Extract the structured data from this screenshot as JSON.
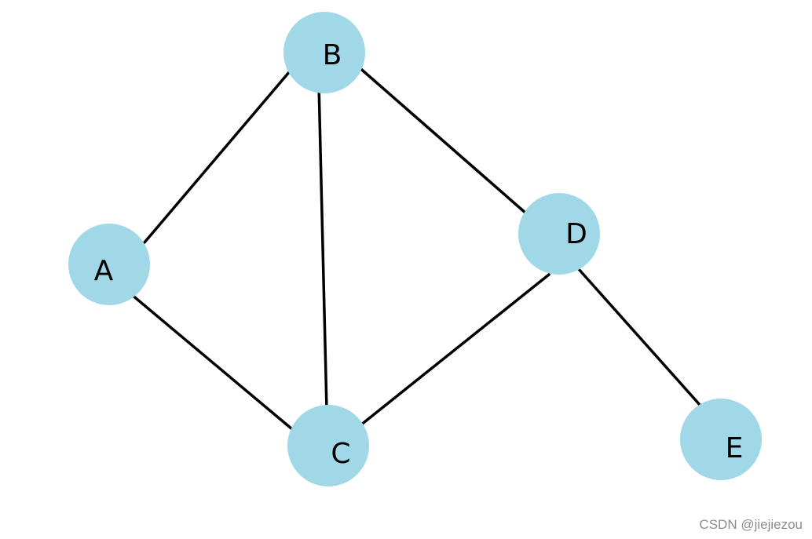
{
  "graph": {
    "node_color": "#a0d8e8",
    "edge_color": "#000000",
    "nodes": [
      {
        "id": "A",
        "label": "A"
      },
      {
        "id": "B",
        "label": "B"
      },
      {
        "id": "C",
        "label": "C"
      },
      {
        "id": "D",
        "label": "D"
      },
      {
        "id": "E",
        "label": "E"
      }
    ],
    "edges": [
      {
        "from": "A",
        "to": "B"
      },
      {
        "from": "A",
        "to": "C"
      },
      {
        "from": "B",
        "to": "C"
      },
      {
        "from": "B",
        "to": "D"
      },
      {
        "from": "C",
        "to": "D"
      },
      {
        "from": "D",
        "to": "E"
      }
    ]
  },
  "watermark": {
    "text": "CSDN @jiejiezou"
  }
}
